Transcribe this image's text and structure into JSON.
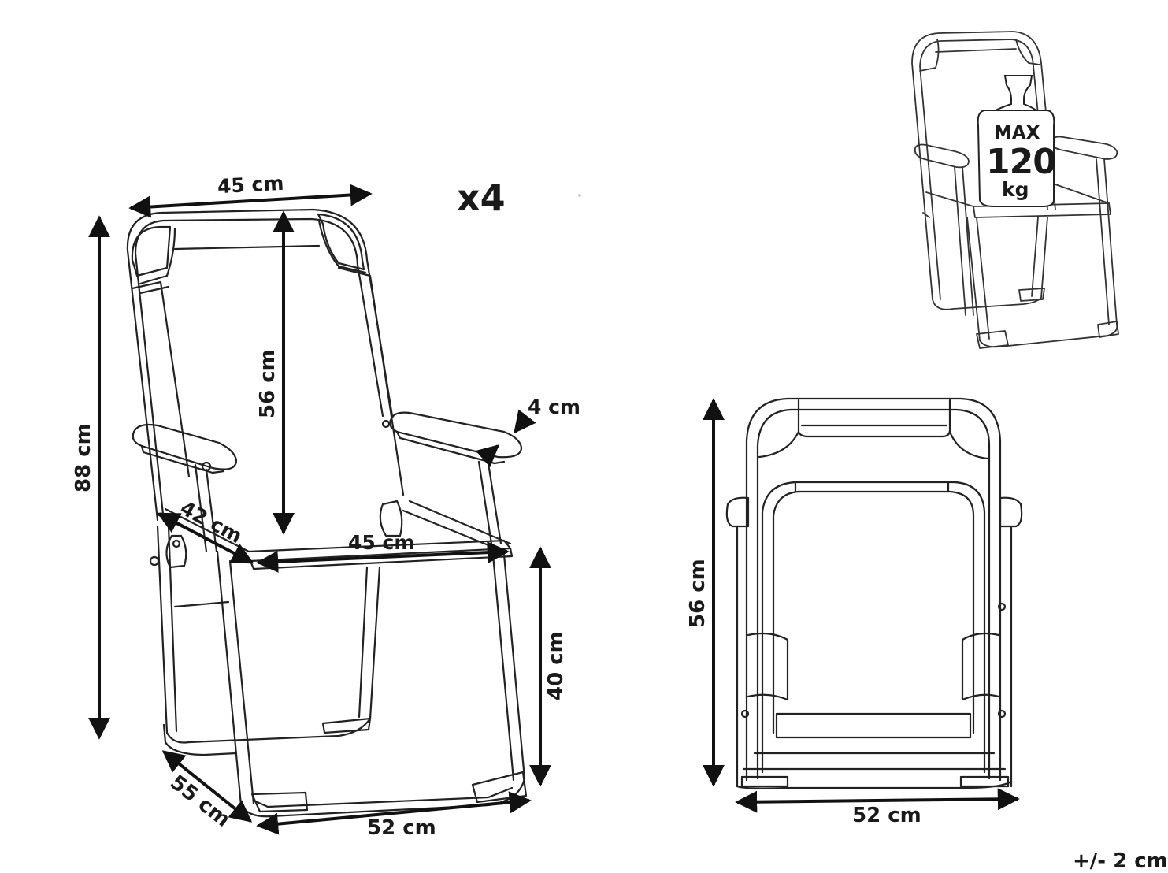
{
  "quantity": "x4",
  "max_load": {
    "line1": "MAX",
    "line2": "120",
    "line3": "kg"
  },
  "dimensions": {
    "back_width": "45 cm",
    "total_height": "88 cm",
    "back_height": "56 cm",
    "armrest_width": "4 cm",
    "seat_depth": "42 cm",
    "seat_width": "45 cm",
    "seat_height": "40 cm",
    "base_depth": "55 cm",
    "base_width": "52 cm",
    "folded_height": "56 cm",
    "folded_width": "52 cm"
  },
  "tolerance_partial": "+/- 2 cm"
}
